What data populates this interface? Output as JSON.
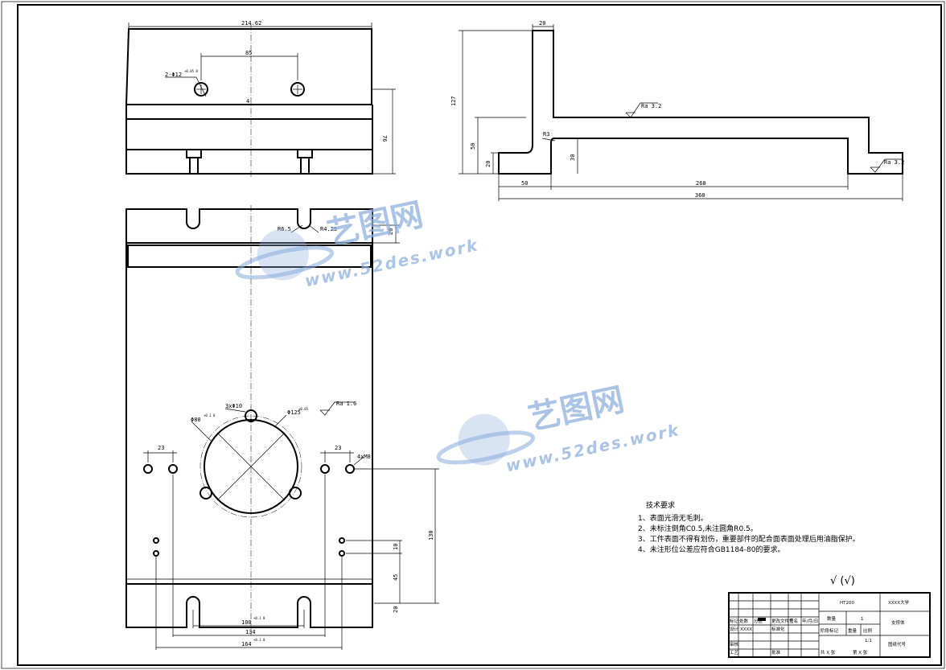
{
  "top_view": {
    "dims": {
      "overall_width": "214.62",
      "hole_spacing": "85",
      "hole_spec": "2-Φ12",
      "hole_tol": "+0.05\n0",
      "height": "76",
      "small": "4"
    }
  },
  "side_view": {
    "dims": {
      "top_width": "20",
      "total_height": "127",
      "mid_height": "50",
      "foot_height": "20",
      "inner_height": "30",
      "fillet": "R3",
      "roughness_top": "Ra 3.2",
      "roughness_right": "Ra 3.2",
      "len_left": "50",
      "len_mid": "260",
      "len_total": "360"
    }
  },
  "plan_view": {
    "dims": {
      "r_small": "R6.5",
      "r_large": "R4.25",
      "slot_depth": "20",
      "bolt_holes": "3xΦ10",
      "bore": "Φ80",
      "bore_tol": "+0.1\n0",
      "circle": "Φ125",
      "circle_tol": "±0.05",
      "roughness": "Ra 1.6",
      "pitch_left": "23",
      "pitch_right": "23",
      "tapped": "4xM8",
      "height_130": "130",
      "d10": "10",
      "d45": "45",
      "d20": "20",
      "width_100": "100",
      "width_100_tol": "+0.1\n0",
      "width_134": "134",
      "width_164": "164",
      "width_164_tol": "+0.1\n0"
    }
  },
  "watermark": {
    "cn": "艺图网",
    "url": "www.52des.work"
  },
  "tech_requirements": {
    "title": "技术要求",
    "items": [
      "1、表面光滑无毛刺。",
      "2、未标注倒角C0.5,未注圆角R0.5。",
      "3、工件表面不得有划伤，重要部件的配合面表面处理后用油脂保护。",
      "4、未注形位公差应符合GB1184-80的要求。"
    ]
  },
  "roughness_general": "√ (√)",
  "title_block": {
    "material": "HT200",
    "school": "XXXX大学",
    "part_name": "支撑体",
    "qty_label": "数量",
    "qty": "1",
    "drawing_no_label": "图纸代号",
    "scale_label": "比例",
    "scale": "1:1",
    "weight_label": "重量",
    "stage_label": "阶段标记",
    "designer_label": "设计",
    "designer": "XXXX",
    "standard_label": "标准化",
    "review_label": "审核",
    "process_label": "工艺",
    "approve_label": "批准",
    "date_label": "年/月/日",
    "sign_label": "签名",
    "mark_label": "标记",
    "count_label": "处数",
    "zone_label": "分区",
    "change_label": "更改文件号",
    "sheets": "共 X 张",
    "sheet": "第 X 张"
  }
}
